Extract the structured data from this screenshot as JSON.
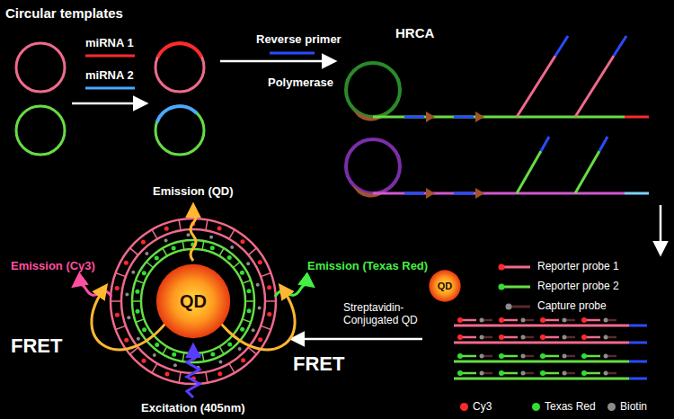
{
  "diagram": {
    "nodes": [
      {
        "text": [
          "QD"
        ]
      },
      {
        "text": [
          "QD"
        ]
      }
    ],
    "labels": [
      "Circular templates",
      "miRNA 1",
      "miRNA 2",
      "Reverse primer",
      "Polymerase",
      "HRCA",
      "Streptavidin-Conjugated QD",
      "Emission (QD)",
      "Emission (Cy3)",
      "Emission (Texas Red)",
      "FRET",
      "FRET",
      "Excitation (405nm)"
    ],
    "legend": [
      {
        "text": "Reporter probe 1"
      },
      {
        "text": "Reporter probe 2"
      },
      {
        "text": "Capture probe"
      },
      {
        "text": "Cy3",
        "color": "#ff2a2a"
      },
      {
        "text": "Texas Red",
        "color": "#33dd33"
      },
      {
        "text": "Biotin",
        "color": "#8c8c8c"
      }
    ]
  }
}
